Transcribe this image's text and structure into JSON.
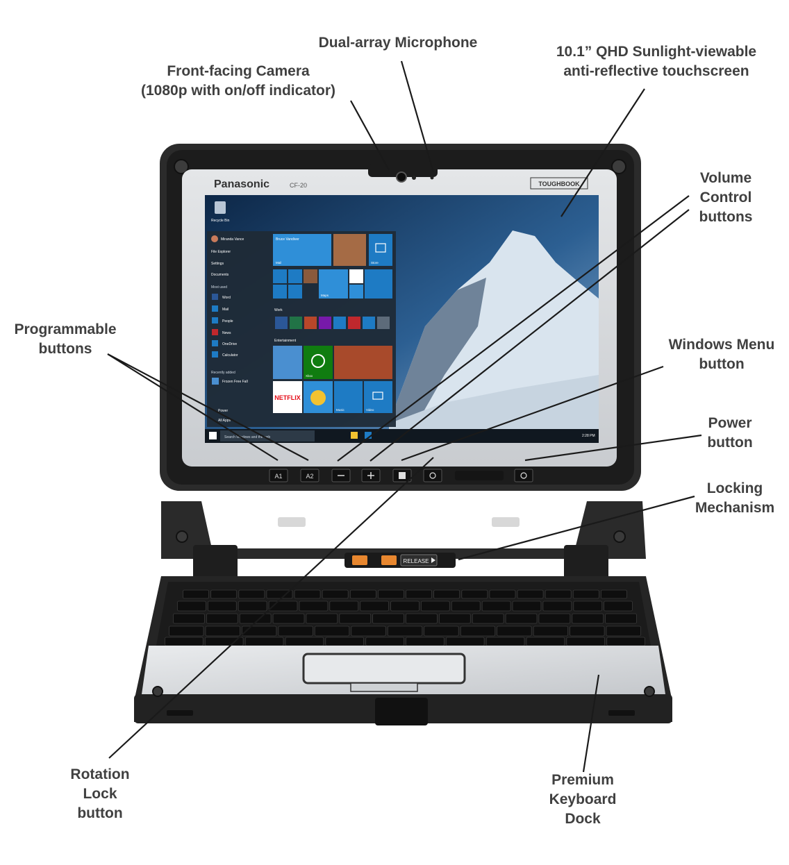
{
  "callouts": {
    "microphone": [
      "Dual-array Microphone"
    ],
    "camera": [
      "Front-facing Camera",
      "(1080p with on/off indicator)"
    ],
    "screen": [
      "10.1” QHD Sunlight-viewable",
      "anti-reflective touchscreen"
    ],
    "volume": [
      "Volume",
      "Control",
      "buttons"
    ],
    "programmable": [
      "Programmable",
      "buttons"
    ],
    "windows_menu": [
      "Windows Menu",
      "button"
    ],
    "power": [
      "Power",
      "button"
    ],
    "locking": [
      "Locking",
      "Mechanism"
    ],
    "rotation": [
      "Rotation",
      "Lock",
      "button"
    ],
    "keyboard_dock": [
      "Premium",
      "Keyboard",
      "Dock"
    ]
  },
  "device": {
    "brand": "Panasonic",
    "model": "CF-20",
    "series": "TOUGHBOOK",
    "button_a1": "A1",
    "button_a2": "A2",
    "release_label": "RELEASE",
    "start_menu": {
      "user": "Miranda Vance",
      "items": [
        "File Explorer",
        "Settings",
        "Documents"
      ],
      "most_used_header": "Most used",
      "most_used": [
        "Word",
        "Mail",
        "People",
        "News",
        "OneDrive",
        "Calculator"
      ],
      "recently_added_header": "Recently added",
      "recent": [
        "Frozen Free Fall"
      ],
      "footer": [
        "Power",
        "All Apps"
      ],
      "search_placeholder": "Search Windows and the web",
      "tile_mail": "Mail",
      "tile_store": "Store",
      "tile_maps": "Maps",
      "tile_work": "Work",
      "tile_entertainment": "Entertainment",
      "tile_xbox": "Xbox",
      "tile_netflix": "NETFLIX",
      "tile_music": "Music",
      "tile_video": "Video",
      "contact_name": "Bruce Vandiver",
      "desktop_icon": "Recycle Bin",
      "clock": "2:28 PM"
    }
  },
  "colors": {
    "label_text": "#404040",
    "leader_line": "#1a1a1a",
    "tile_blue": "#1e7bc4",
    "bezel": "#2b2b2b",
    "frame_silver": "#d6d8da",
    "release_orange": "#e8872f"
  }
}
